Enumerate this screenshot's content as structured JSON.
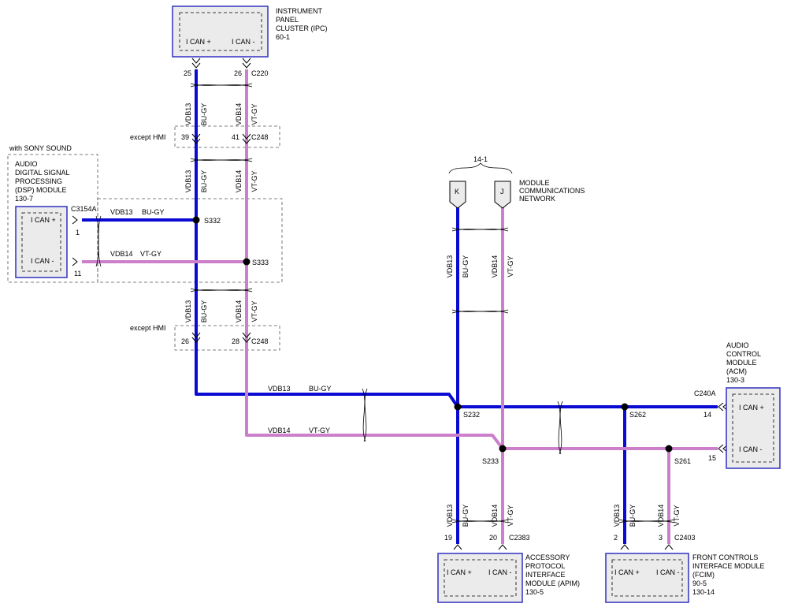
{
  "colors": {
    "bu_gy": "#0a0ad2",
    "vt_gy": "#cc80cc",
    "module_border": "#3030c0",
    "module_fill": "#ebebeb"
  },
  "modules": {
    "ipc": {
      "name_lines": [
        "INSTRUMENT",
        "PANEL",
        "CLUSTER (IPC)",
        "60-1"
      ],
      "pin_plus": "I CAN +",
      "pin_minus": "I CAN -"
    },
    "dsp": {
      "option": "with SONY SOUND",
      "name_lines": [
        "AUDIO",
        "DIGITAL SIGNAL",
        "PROCESSING",
        "(DSP) MODULE",
        "130-7"
      ],
      "pin_plus": "I CAN +",
      "pin_minus": "I CAN -"
    },
    "acm": {
      "name_lines": [
        "AUDIO",
        "CONTROL",
        "MODULE",
        "(ACM)",
        "130-3"
      ],
      "pin_plus": "I CAN +",
      "pin_minus": "I CAN -"
    },
    "apim": {
      "name_lines": [
        "ACCESSORY",
        "PROTOCOL",
        "INTERFACE",
        "MODULE (APIM)",
        "130-5"
      ],
      "pin_plus": "I CAN +",
      "pin_minus": "I CAN -"
    },
    "fcim": {
      "name_lines": [
        "FRONT CONTROLS",
        "INTERFACE MODULE",
        "(FCIM)",
        "90-5",
        "130-14"
      ],
      "pin_plus": "I CAN +",
      "pin_minus": "I CAN -"
    }
  },
  "network": {
    "ref": "14-1",
    "pin_k": "K",
    "pin_j": "J",
    "name_lines": [
      "MODULE",
      "COMMUNICATIONS",
      "NETWORK"
    ]
  },
  "connectors": {
    "c220": "C220",
    "c248": "C248",
    "c3154a": "C3154A",
    "c240a": "C240A",
    "c2383": "C2383",
    "c2403": "C2403"
  },
  "option_labels": {
    "except_hmi": "except HMI"
  },
  "pins": {
    "c220_plus": "25",
    "c220_minus": "26",
    "c248_top_plus": "39",
    "c248_top_minus": "41",
    "c248_bot_plus": "26",
    "c248_bot_minus": "28",
    "c3154a_plus": "1",
    "c3154a_minus": "11",
    "c240a_plus": "14",
    "c240a_minus": "15",
    "c2383_plus": "19",
    "c2383_minus": "20",
    "c2403_plus": "2",
    "c2403_minus": "3"
  },
  "splices": {
    "s332": "S332",
    "s333": "S333",
    "s232": "S232",
    "s233": "S233",
    "s262": "S262",
    "s261": "S261"
  },
  "wires": {
    "plus_circuit": "VDB13",
    "plus_color": "BU-GY",
    "minus_circuit": "VDB14",
    "minus_color": "VT-GY"
  }
}
